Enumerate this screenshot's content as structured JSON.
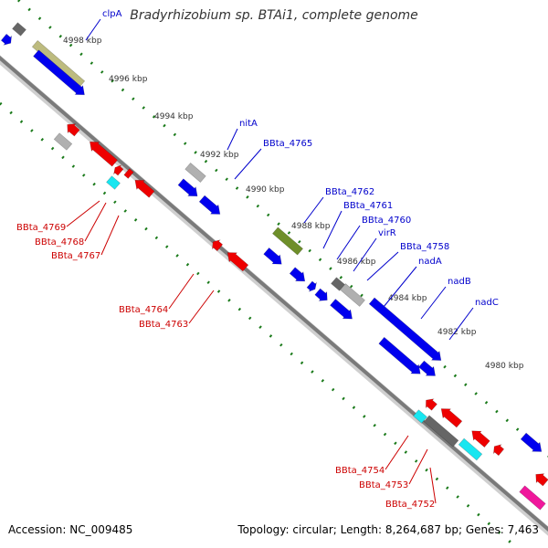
{
  "title": "Bradyrhizobium sp. BTAi1, complete genome",
  "footer": {
    "accession": "Accession: NC_009485",
    "topology": "Topology: circular; Length: 8,264,687 bp; Genes: 7,463"
  },
  "colors": {
    "forward": "#0000ee",
    "reverse": "#ee0000",
    "gray": "#b0b0b0",
    "darkgray": "#666666",
    "olive": "#bdbb7f",
    "green": "#6e8f2a",
    "cyan": "#18e6f0",
    "magenta": "#f0189c",
    "tick": "#1a7a1a"
  },
  "kbp_labels": [
    "4998 kbp",
    "4996 kbp",
    "4994 kbp",
    "4992 kbp",
    "4990 kbp",
    "4988 kbp",
    "4986 kbp",
    "4984 kbp",
    "4982 kbp",
    "4980 kbp"
  ],
  "forward_gene_labels": [
    "clpA",
    "nitA",
    "BBta_4765",
    "BBta_4762",
    "BBta_4761",
    "BBta_4760",
    "virR",
    "BBta_4758",
    "nadA",
    "nadB",
    "nadC"
  ],
  "reverse_gene_labels": [
    "BBta_4769",
    "BBta_4768",
    "BBta_4767",
    "BBta_4764",
    "BBta_4763",
    "BBta_4754",
    "BBta_4753",
    "BBta_4752"
  ]
}
